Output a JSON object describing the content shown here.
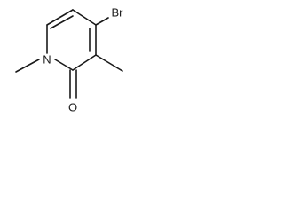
{
  "molecule": {
    "atoms": {
      "bromine": "Br",
      "ring_nitrogen": "N",
      "carbonyl_oxygen": "O"
    }
  },
  "colors": {
    "bond": "#1a1a1a",
    "label": "#1a1a1a",
    "background": "#ffffff"
  }
}
